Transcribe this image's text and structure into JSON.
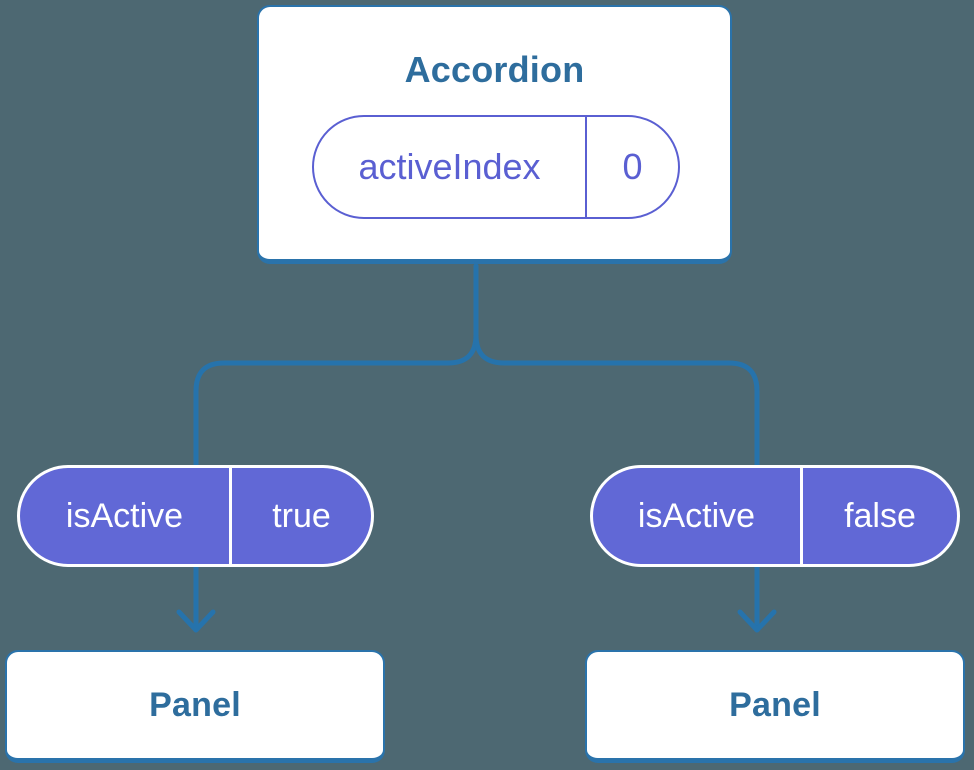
{
  "colors": {
    "background": "#4d6872",
    "wire": "#2673ac",
    "node_border": "#2a73ab",
    "node_text": "#2e6d9d",
    "pill_fill": "#6168d6",
    "pill_accent": "#5a5fd2",
    "pill_text": "#ffffff"
  },
  "tree": {
    "root": {
      "title": "Accordion",
      "state": {
        "name": "activeIndex",
        "value": "0"
      }
    },
    "children": [
      {
        "prop": {
          "name": "isActive",
          "value": "true"
        },
        "title": "Panel"
      },
      {
        "prop": {
          "name": "isActive",
          "value": "false"
        },
        "title": "Panel"
      }
    ]
  }
}
